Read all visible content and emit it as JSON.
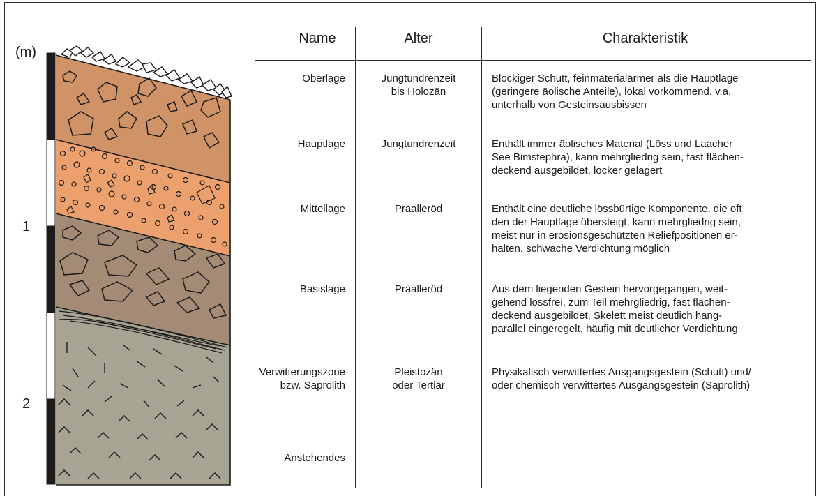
{
  "scale": {
    "unit": "(m)",
    "tick_1": "1",
    "tick_2": "2"
  },
  "headers": {
    "name": "Name",
    "alter": "Alter",
    "charakteristik": "Charakteristik"
  },
  "rows": [
    {
      "name": "Oberlage",
      "alter": "Jungtundrenzeit\nbis Holozän",
      "char": "Blockiger Schutt, feinmaterialärmer als die Hauptlage\n(geringere äolische Anteile), lokal vorkommend, v.a.\nunterhalb von Gesteinsausbissen"
    },
    {
      "name": "Hauptlage",
      "alter": "Jungtundrenzeit",
      "char": "Enthält immer äolisches Material (Löss und Laacher\nSee Bimstephra), kann mehrgliedrig sein, fast flächen-\ndeckend ausgebildet, locker gelagert"
    },
    {
      "name": "Mittellage",
      "alter": "Präalleröd",
      "char": "Enthält eine deutliche lössbürtige Komponente, die oft\nden der Hauptlage übersteigt, kann mehrgliedrig sein,\nmeist nur in erosionsgeschützten Reliefpositionen er-\nhalten, schwache Verdichtung möglich"
    },
    {
      "name": "Basislage",
      "alter": "Präalleröd",
      "char": "Aus dem liegenden Gestein hervorgegangen, weit-\ngehend lössfrei, zum Teil mehrgliedrig, fast flächen-\ndeckend ausgebildet, Skelett meist deutlich hang-\nparallel eingeregelt, häufig mit deutlicher Verdichtung"
    },
    {
      "name": "Verwitterungszone\nbzw. Saprolith",
      "alter": "Pleistozän\noder Tertiär",
      "char": "Physikalisch verwittertes Ausgangsgestein (Schutt) und/\noder chemisch verwittertes Ausgangsgestein (Saprolith)"
    },
    {
      "name": "Anstehendes",
      "alter": "",
      "char": ""
    }
  ],
  "colors": {
    "oberlage": "#cf9367",
    "hauptlage": "#eca06e",
    "mittellage": "#a48b75",
    "basislage": "#a7a493",
    "outline": "#1c1c1c"
  }
}
